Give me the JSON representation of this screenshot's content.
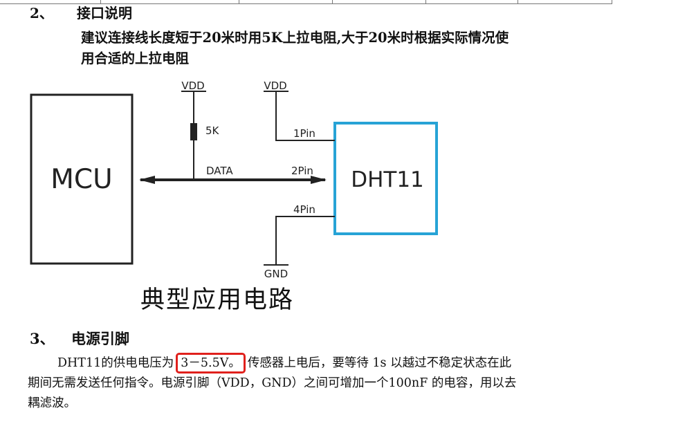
{
  "section2": {
    "number": "2、",
    "title": "接口说明",
    "intro_line1": "建议连接线长度短于20米时用5K上拉电阻,大于20米时根据实际情况使",
    "intro_line2": "用合适的上拉电阻"
  },
  "diagram": {
    "mcu_label": "MCU",
    "sensor_label": "DHT11",
    "vdd_left": "VDD",
    "vdd_right": "VDD",
    "resistor_label": "5K",
    "data_label": "DATA",
    "pin1": "1Pin",
    "pin2": "2Pin",
    "pin4": "4Pin",
    "gnd": "GND",
    "sensor_color": "#27a3d6",
    "caption": "典型应用电路"
  },
  "section3": {
    "number": "3、",
    "title": "电源引脚",
    "line1_before": "DHT11的供电电压为",
    "highlight": "3－5.5V。",
    "line1_after": "传感器上电后，要等待 1s 以越过不稳定状态在此",
    "line2": "期间无需发送任何指令。电源引脚（VDD，GND）之间可增加一个100nF 的电容，用以去",
    "line3": "耦滤波。",
    "highlight_color": "#e0201c"
  }
}
